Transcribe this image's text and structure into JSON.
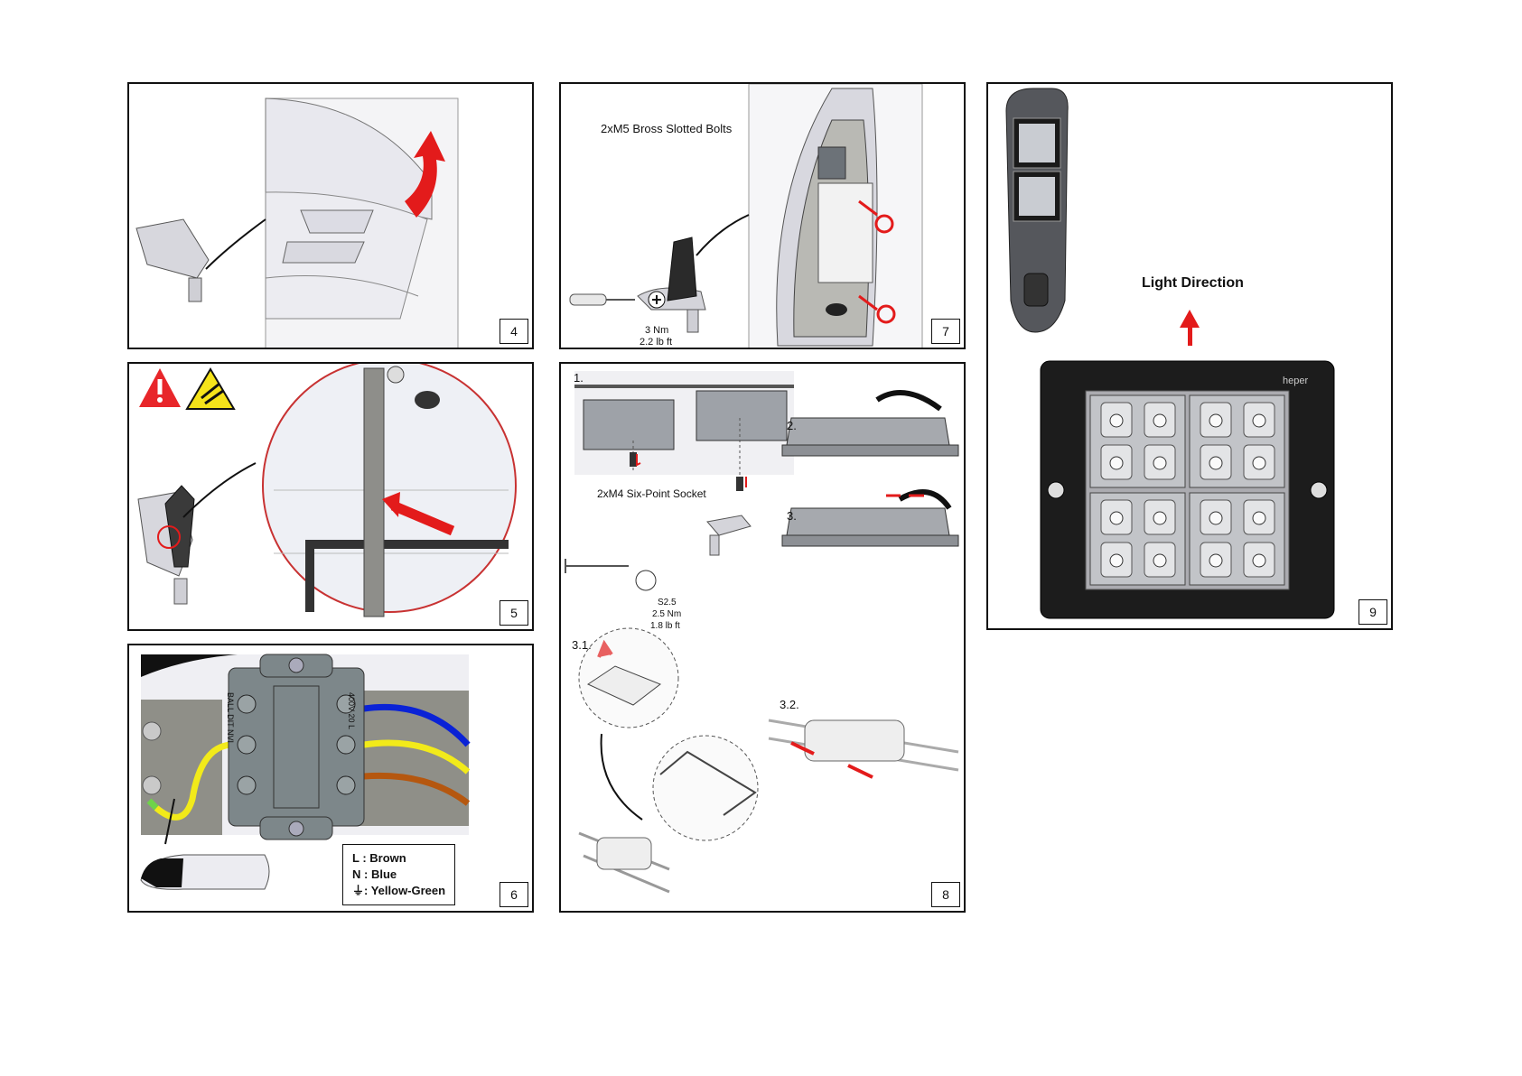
{
  "panels": {
    "p4": {
      "number": "4"
    },
    "p5": {
      "number": "5",
      "icons": [
        "warning-triangle-icon",
        "hand-crush-hazard-icon"
      ]
    },
    "p6": {
      "number": "6",
      "terminal_left_text": "BALL DIT NVI",
      "terminal_right_text": "400V 20 L",
      "legend": {
        "l": "L  : Brown",
        "n": "N : Blue",
        "g": ": Yellow-Green"
      },
      "wire_colors": {
        "brown": "#b5570f",
        "blue": "#0a22d6",
        "yellow_green": "#f2ea1a"
      }
    },
    "p7": {
      "number": "7",
      "bolts_label": "2xM5 Bross Slotted Bolts",
      "torque_nm": "3 Nm",
      "torque_lbft": "2.2 lb ft"
    },
    "p8": {
      "number": "8",
      "step1": "1.",
      "step2": "2.",
      "step3": "3.",
      "step31": "3.1.",
      "step32": "3.2.",
      "socket_label": "2xM4 Six-Point Socket",
      "bit": "S2.5",
      "torque_nm": "2.5 Nm",
      "torque_lbft": "1.8 lb ft"
    },
    "p9": {
      "number": "9",
      "light_direction": "Light Direction",
      "brand": "heper"
    }
  },
  "colors": {
    "arrow_red": "#e31b1b",
    "warning_red": "#e8262a",
    "hazard_yellow": "#f5e31a"
  }
}
